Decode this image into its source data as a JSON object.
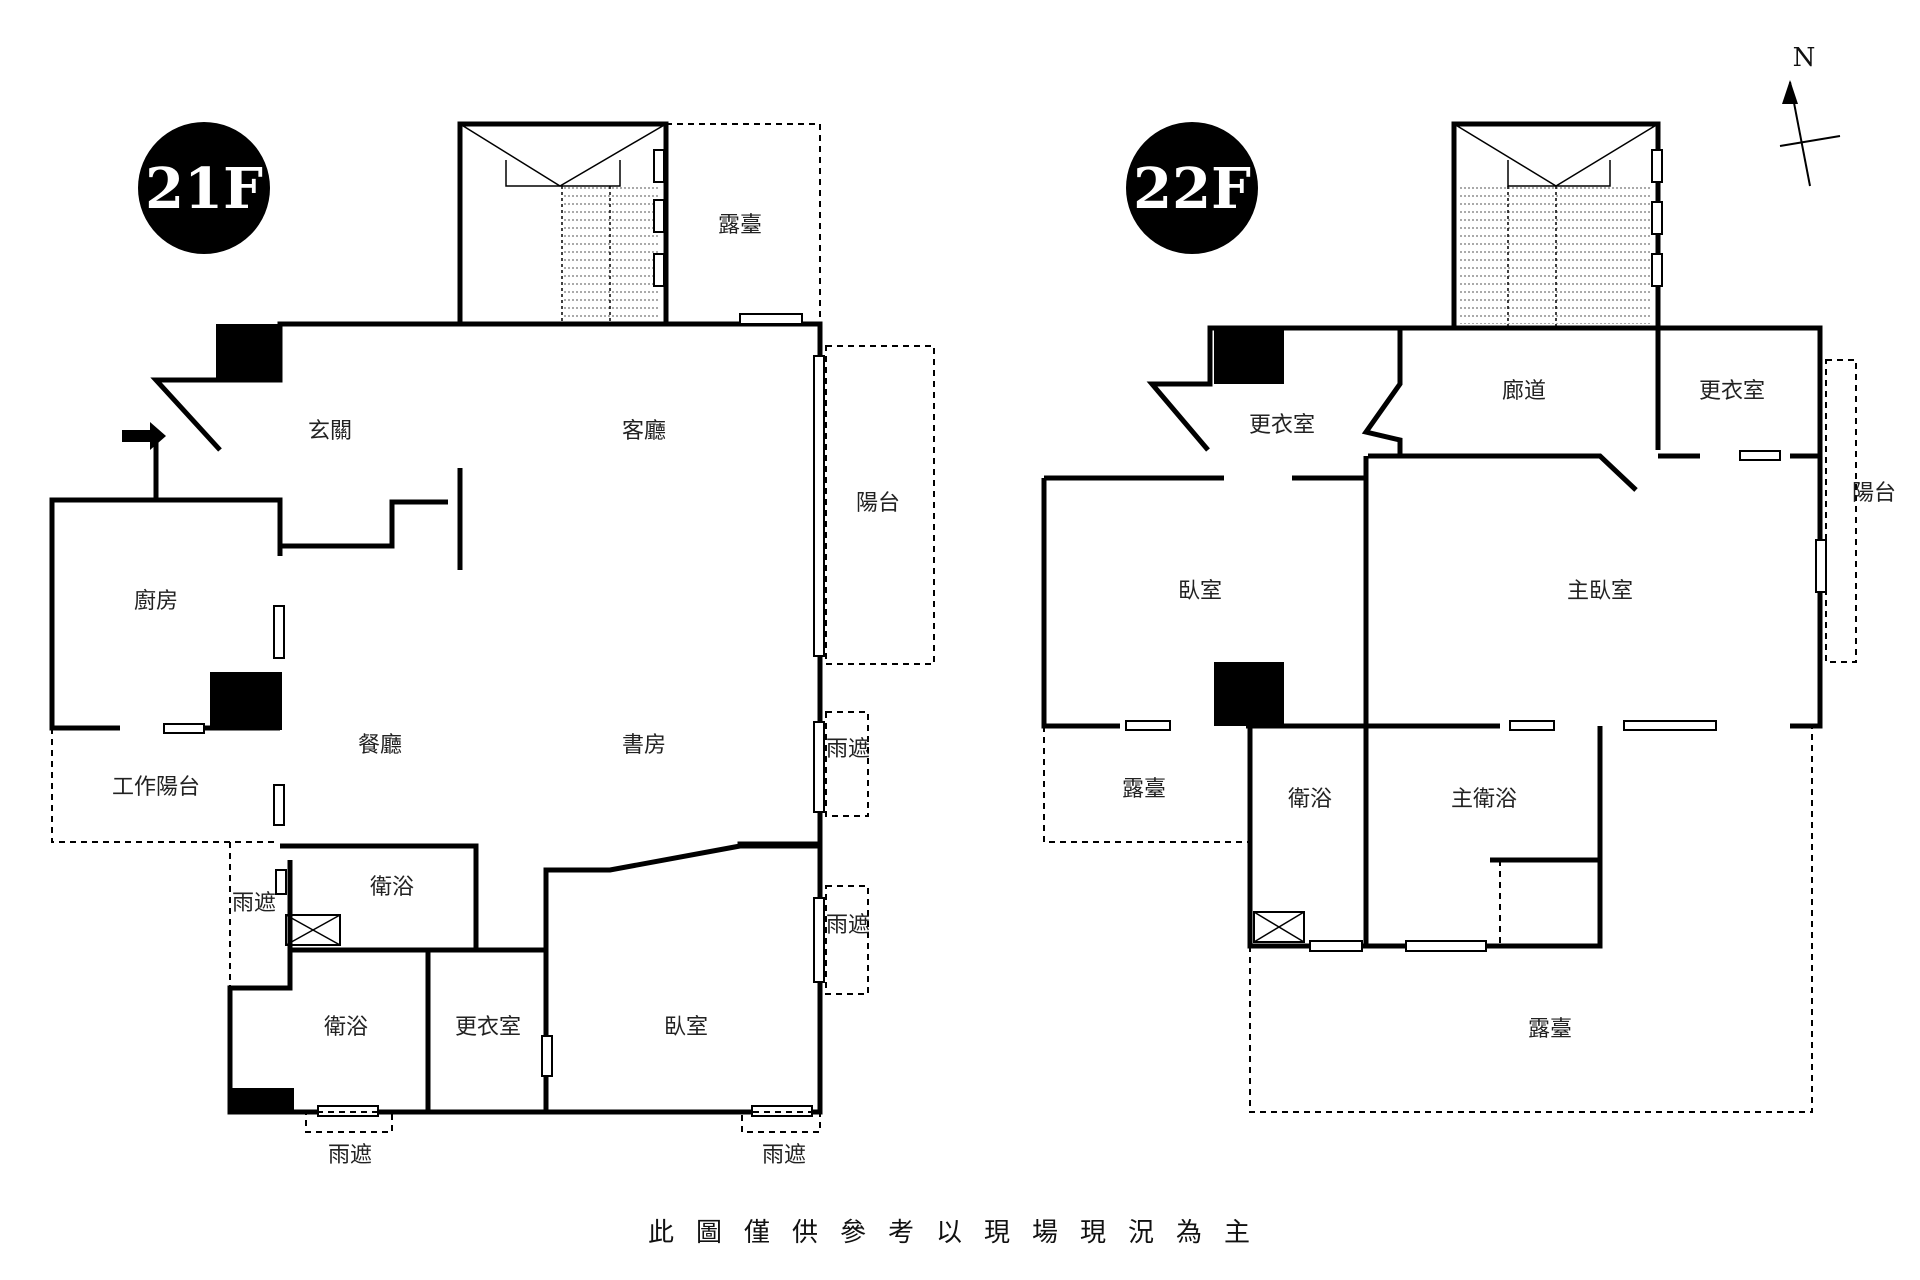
{
  "floors": [
    {
      "badge": "21F",
      "rooms": {
        "terrace": "露臺",
        "entrance": "玄關",
        "living_room": "客廳",
        "balcony": "陽台",
        "kitchen": "廚房",
        "dining_room": "餐廳",
        "study": "書房",
        "utility_balcony": "工作陽台",
        "awning_1": "雨遮",
        "awning_2": "雨遮",
        "awning_3": "雨遮",
        "bathroom_1": "衛浴",
        "bathroom_2": "衛浴",
        "dressing_room": "更衣室",
        "bedroom": "臥室",
        "awning_bottom_left": "雨遮",
        "awning_bottom_right": "雨遮"
      }
    },
    {
      "badge": "22F",
      "rooms": {
        "corridor": "廊道",
        "dressing_room_1": "更衣室",
        "dressing_room_2": "更衣室",
        "balcony": "陽台",
        "bedroom": "臥室",
        "master_bedroom": "主臥室",
        "terrace_left": "露臺",
        "bathroom": "衛浴",
        "master_bathroom": "主衛浴",
        "terrace_bottom": "露臺"
      }
    }
  ],
  "north_label": "N",
  "disclaimer": "此圖僅供參考以現場現況為主"
}
